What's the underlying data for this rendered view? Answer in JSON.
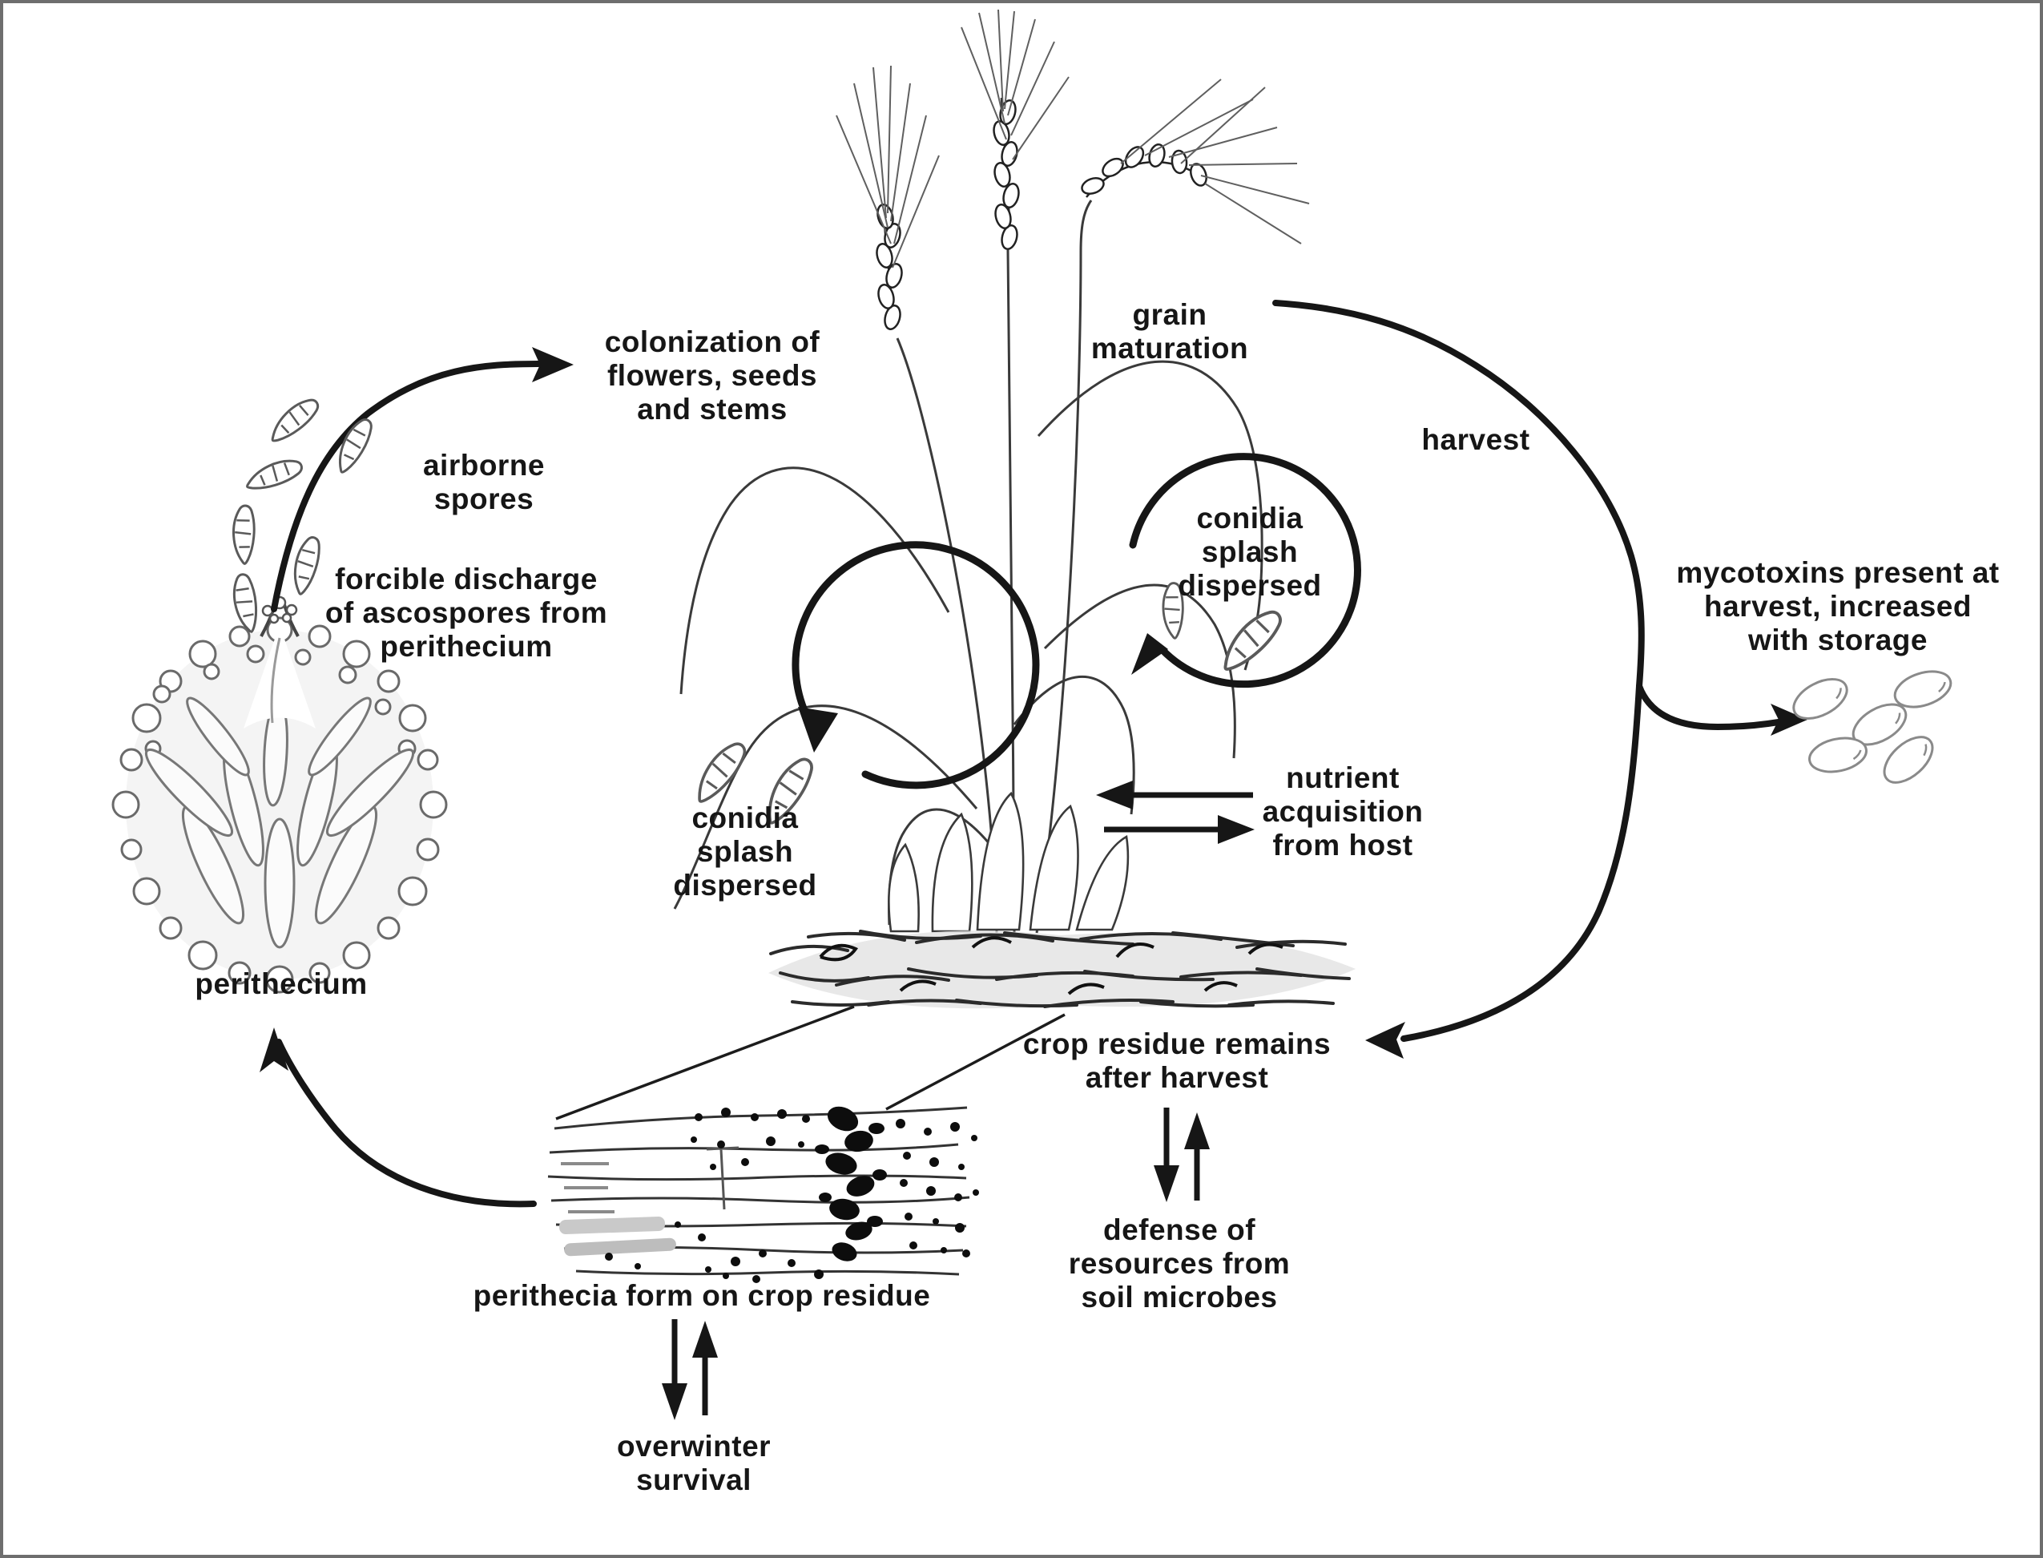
{
  "page": {
    "background": "#ffffff",
    "border_color": "#6e6e6e"
  },
  "colors": {
    "ink": "#161616",
    "line_art": "#3a3a3a",
    "gray": "#6a6a6a",
    "light_gray": "#d9d9d9"
  },
  "labels": {
    "colonization": {
      "lines": [
        "colonization of",
        "flowers, seeds",
        "and stems"
      ]
    },
    "airborne_spores": {
      "lines": [
        "airborne",
        "spores"
      ]
    },
    "forcible_discharge": {
      "lines": [
        "forcible discharge",
        "of ascospores from",
        "perithecium"
      ]
    },
    "perithecium": {
      "lines": [
        "perithecium"
      ]
    },
    "grain_maturation": {
      "lines": [
        "grain",
        "maturation"
      ]
    },
    "harvest": {
      "lines": [
        "harvest"
      ]
    },
    "conidia_splash_left": {
      "lines": [
        "conidia",
        "splash",
        "dispersed"
      ]
    },
    "conidia_splash_right": {
      "lines": [
        "conidia",
        "splash",
        "dispersed"
      ]
    },
    "mycotoxins": {
      "lines": [
        "mycotoxins present at",
        "harvest, increased",
        "with storage"
      ]
    },
    "nutrient_acquisition": {
      "lines": [
        "nutrient",
        "acquisition",
        "from host"
      ]
    },
    "crop_residue_remains": {
      "lines": [
        "crop residue remains",
        "after harvest"
      ]
    },
    "defense_resources": {
      "lines": [
        "defense of",
        "resources from",
        "soil microbes"
      ]
    },
    "perithecia_form": {
      "lines": [
        "perithecia form on crop residue"
      ]
    },
    "overwinter_survival": {
      "lines": [
        "overwinter",
        "survival"
      ]
    }
  },
  "figures": {
    "perithecium_illustration": "cross-section of flask-shaped fruiting body with asci",
    "wheat_plant_illustration": "wheat plant with three grain heads",
    "ascospore_icons": "sickle-shaped segmented spores in air",
    "conidium_icons": "sickle-shaped conidia inside splash circles",
    "grain_kernel_icons": "five harvested wheat kernels",
    "crop_residue_mat": "straw residue mat at soil line",
    "crop_residue_closeup": "magnified straw piece dotted with black perithecia"
  }
}
